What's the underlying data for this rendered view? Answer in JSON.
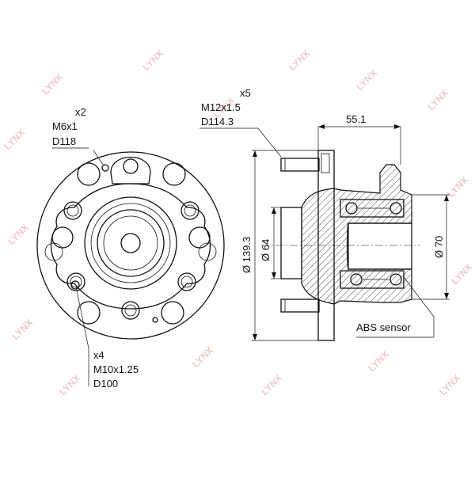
{
  "watermark": {
    "brand": "LYNX"
  },
  "front_view": {
    "callout_top": {
      "count": "x2",
      "thread": "M6x1",
      "diameter": "D118"
    },
    "callout_bottom": {
      "count": "x4",
      "thread": "M10x1.25",
      "diameter": "D100"
    }
  },
  "side_view": {
    "callout_studs": {
      "count": "x5",
      "thread": "M12x1.5",
      "diameter": "D114.3"
    },
    "dim_depth": "55.1",
    "dim_outer": "Ø 139.3",
    "dim_pilot": "Ø 64",
    "dim_bearing": "Ø 70",
    "sensor_label": "ABS sensor"
  }
}
